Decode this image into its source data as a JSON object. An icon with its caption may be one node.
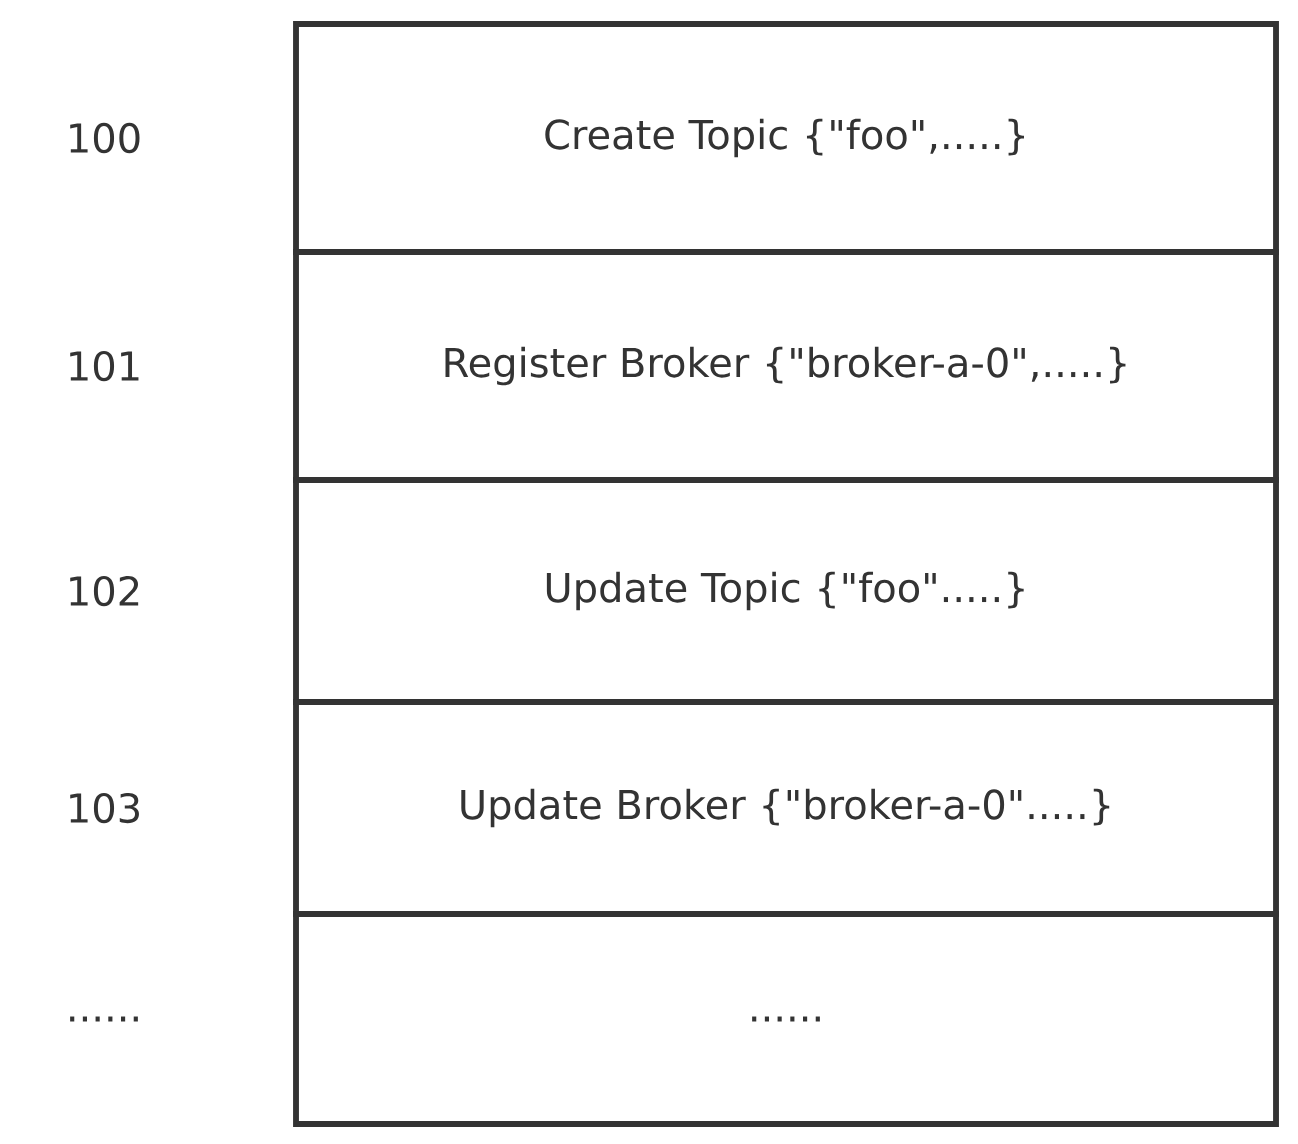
{
  "diagram": {
    "nodes": [
      {
        "text": [
          "Create Topic  {\"foo\",.....}"
        ]
      },
      {
        "text": [
          "Register Broker  {\"broker-a-0\",.....}"
        ]
      },
      {
        "text": [
          "Update Topic  {\"foo\".....}"
        ]
      },
      {
        "text": [
          "Update Broker  {\"broker-a-0\".....}"
        ]
      },
      {
        "text": [
          "......"
        ]
      }
    ],
    "labels": [
      "100",
      "101",
      "102",
      "103",
      "......"
    ]
  }
}
